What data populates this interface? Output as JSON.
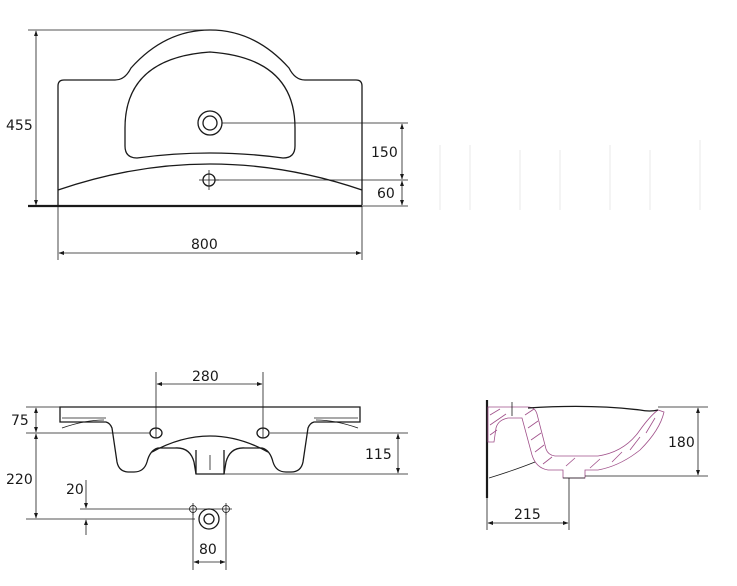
{
  "dimensions": {
    "top_height": "455",
    "top_width": "800",
    "top_hole_offset": "150",
    "top_front_offset": "60",
    "front_tap_spacing": "280",
    "front_rim": "75",
    "front_body": "220",
    "front_drain": "115",
    "front_small": "20",
    "front_drain_width": "80",
    "side_depth": "180",
    "side_width": "215"
  },
  "colors": {
    "line": "#1a1a1a",
    "section_hatch": "#a0508a"
  }
}
